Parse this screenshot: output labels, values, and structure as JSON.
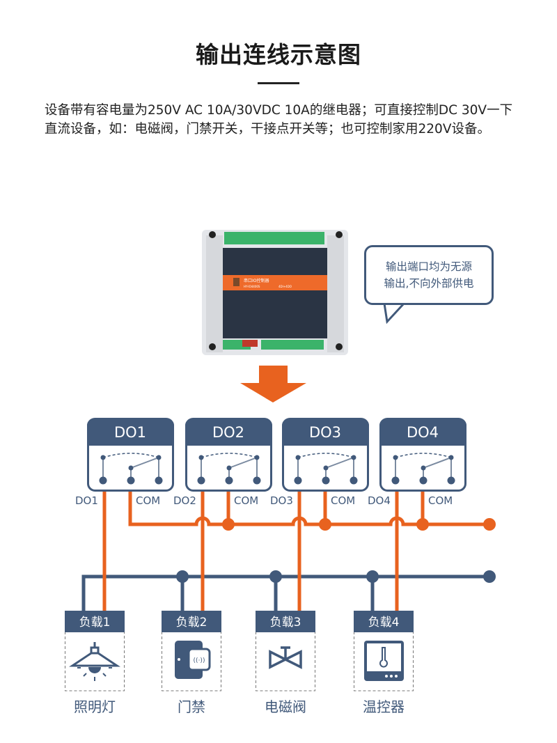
{
  "title": "输出连线示意图",
  "description": "设备带有容电量为250V AC 10A/30VDC 10A的继电器；可直接控制DC 30V一下直流设备，如：电磁阀，门禁开关，干接点开关等；也可控制家用220V设备。",
  "device": {
    "label": "串口IO控制器",
    "model": "HY-IO4400S",
    "io": "4DI+4DO"
  },
  "callout": {
    "line1": "输出端口均为无源",
    "line2": "输出,不向外部供电"
  },
  "colors": {
    "navy": "#41597a",
    "orange": "#e8621f"
  },
  "outputs": [
    {
      "name": "DO1",
      "pin": "DO1",
      "com": "COM"
    },
    {
      "name": "DO2",
      "pin": "DO2",
      "com": "COM"
    },
    {
      "name": "DO3",
      "pin": "DO3",
      "com": "COM"
    },
    {
      "name": "DO4",
      "pin": "DO4",
      "com": "COM"
    }
  ],
  "loads": [
    {
      "header": "负载1",
      "label": "照明灯",
      "icon": "lamp-icon"
    },
    {
      "header": "负载2",
      "label": "门禁",
      "icon": "access-control-icon"
    },
    {
      "header": "负载3",
      "label": "电磁阀",
      "icon": "solenoid-valve-icon"
    },
    {
      "header": "负载4",
      "label": "温控器",
      "icon": "thermostat-icon"
    }
  ]
}
